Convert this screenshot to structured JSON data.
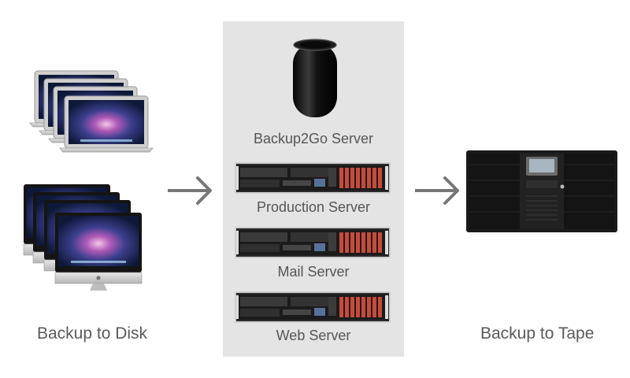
{
  "labels": {
    "backup_disk": "Backup to Disk",
    "backup_tape": "Backup to Tape"
  },
  "servers": [
    {
      "label": "Backup2Go Server",
      "icon": "mac-pro-icon"
    },
    {
      "label": "Production Server",
      "icon": "rack-server-icon"
    },
    {
      "label": "Mail Server",
      "icon": "rack-server-icon"
    },
    {
      "label": "Web Server",
      "icon": "rack-server-icon"
    }
  ],
  "colors": {
    "panel": "#e4e4e4",
    "arrow": "#777777",
    "text": "#555555",
    "drive_red": "#c84a3a"
  }
}
